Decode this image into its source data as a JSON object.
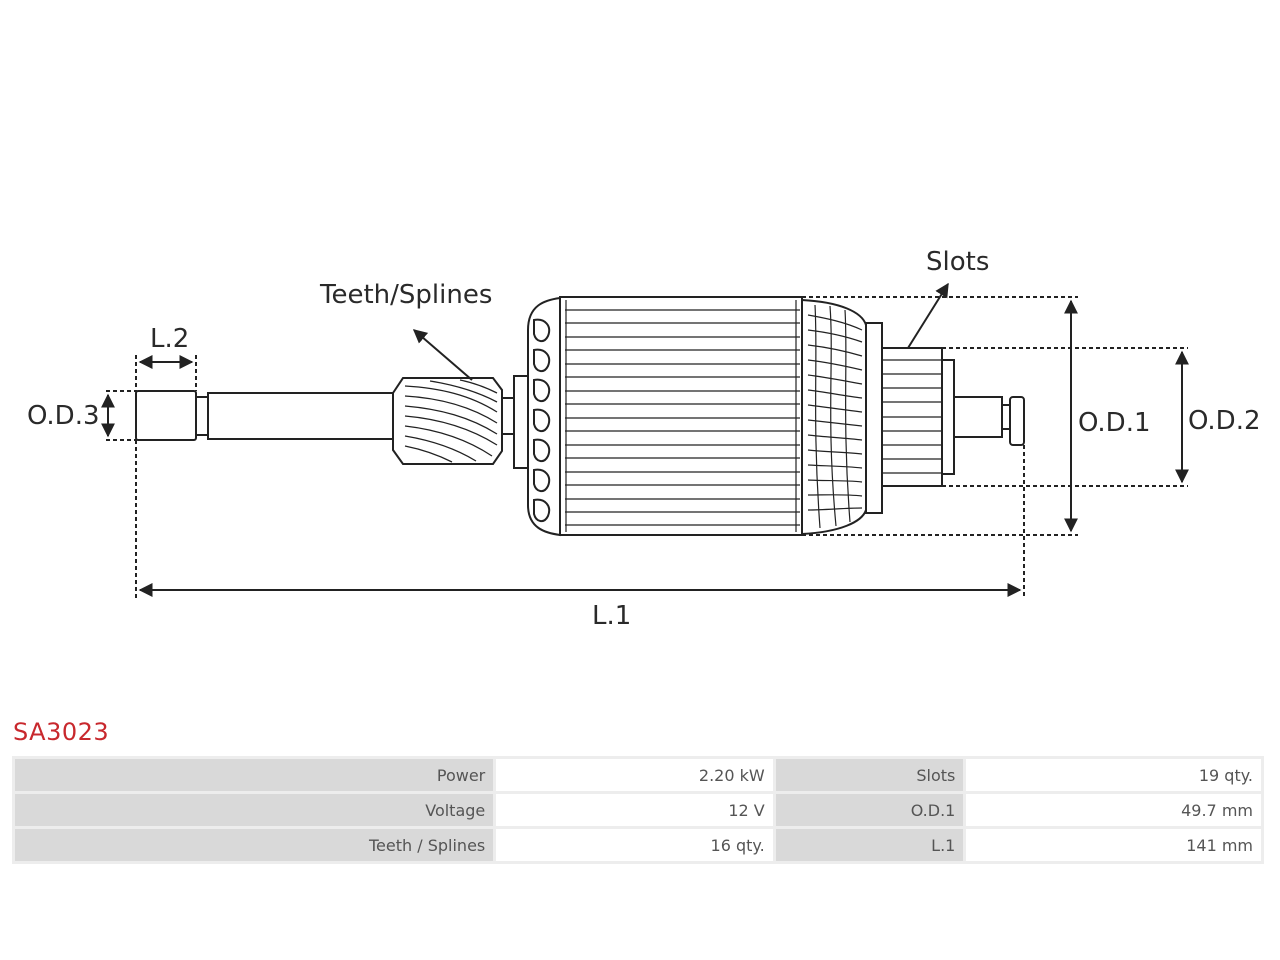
{
  "diagram": {
    "labels": {
      "l2": "L.2",
      "od3": "O.D.3",
      "teeth_splines": "Teeth/Splines",
      "slots": "Slots",
      "od1": "O.D.1",
      "od2": "O.D.2",
      "l1": "L.1"
    }
  },
  "product": {
    "code": "SA3023",
    "accent_color": "#c8282d"
  },
  "specs": {
    "rows": [
      {
        "key1": "Power",
        "val1": "2.20 kW",
        "key2": "Slots",
        "val2": "19 qty."
      },
      {
        "key1": "Voltage",
        "val1": "12 V",
        "key2": "O.D.1",
        "val2": "49.7 mm"
      },
      {
        "key1": "Teeth / Splines",
        "val1": "16 qty.",
        "key2": "L.1",
        "val2": "141 mm"
      }
    ]
  }
}
